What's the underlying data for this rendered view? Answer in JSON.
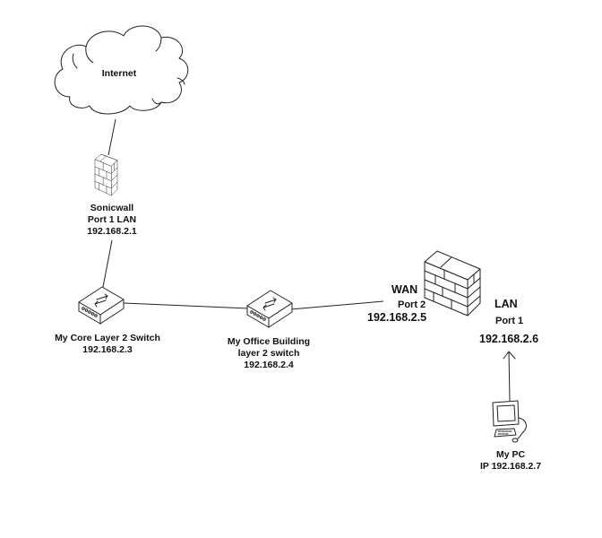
{
  "diagram": {
    "nodes": {
      "internet": {
        "label": "Internet",
        "icon": "cloud-icon"
      },
      "sonicwall": {
        "lines": [
          "Sonicwall",
          "Port 1 LAN",
          "192.168.2.1"
        ],
        "icon": "firewall-icon"
      },
      "core_switch": {
        "lines": [
          "My Core Layer 2 Switch",
          "192.168.2.3"
        ],
        "icon": "switch-icon"
      },
      "office_switch": {
        "lines": [
          "My Office Building",
          "layer 2 switch",
          "192.168.2.4"
        ],
        "icon": "switch-icon"
      },
      "firewall2": {
        "icon": "firewall-icon",
        "wan": {
          "title": "WAN",
          "port": "Port 2",
          "ip": "192.168.2.5"
        },
        "lan": {
          "title": "LAN",
          "port": "Port 1",
          "ip": "192.168.2.6"
        }
      },
      "pc": {
        "lines": [
          "My PC",
          "IP 192.168.2.7"
        ],
        "icon": "desktop-computer-icon"
      }
    },
    "edges": [
      {
        "from": "internet",
        "to": "sonicwall",
        "style": "line"
      },
      {
        "from": "sonicwall",
        "to": "core_switch",
        "style": "line"
      },
      {
        "from": "core_switch",
        "to": "office_switch",
        "style": "line"
      },
      {
        "from": "office_switch",
        "to": "firewall2 WAN",
        "style": "line"
      },
      {
        "from": "pc",
        "to": "firewall2 LAN",
        "style": "arrow"
      }
    ]
  }
}
